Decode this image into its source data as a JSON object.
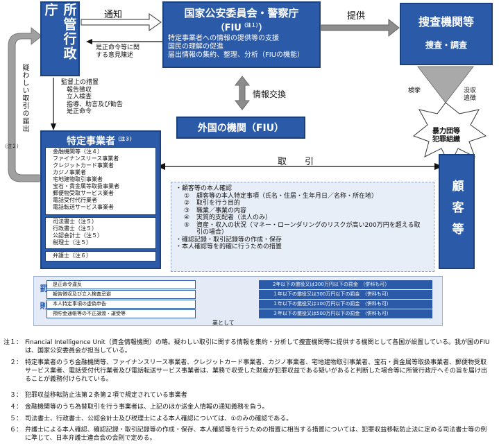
{
  "admin_box": {
    "label": "所管行政庁"
  },
  "fiu_box": {
    "title": "国家公安委員会・警察庁",
    "sub": "（FIU",
    "sub_note": "（注１）",
    "sub_end": "）",
    "lines": [
      "特定事業者への情報の提供等の支援",
      "国民の理解の促進",
      "届出情報の集約、整理、分析（FIUの機能）"
    ]
  },
  "investigation_box": {
    "title": "捜査機関等",
    "sub": "捜査・調査"
  },
  "foreign_fiu": {
    "label": "外国の機関（FIU）"
  },
  "arrows": {
    "notify": "通知",
    "provide": "提供",
    "info_exchange": "情報交換",
    "correction_opinion": [
      "是正命令等に関",
      "する意見陳述"
    ],
    "supervision": [
      "監督上の措置",
      "報告徴収",
      "立入検査",
      "指導、助言及び勧告",
      "是正命令"
    ],
    "suspicious_report": "疑わしい取引の届出",
    "suspicious_note": "（注２）",
    "transaction": "取　　引",
    "arrest": "検挙",
    "confiscation": [
      "没収",
      "追徴"
    ]
  },
  "crime_groups": [
    "暴力団等",
    "犯罪組織"
  ],
  "customers": {
    "label": "顧客等"
  },
  "business_box": {
    "title": "特定事業者",
    "title_note": "（注３）",
    "group1": [
      "金融機関等（注４）",
      "ファイナンスリース事業者",
      "クレジットカード事業者",
      "カジノ事業者",
      "宅地建物取引事業者",
      "宝石・貴金属等取扱事業者",
      "郵便物受取サービス業者",
      "電話受付代行業者",
      "電話転送サービス事業者"
    ],
    "group2": [
      "司法書士（注５）",
      "行政書士（注５）",
      "公認会計士（注５）",
      "税理士（注５）"
    ],
    "group3": [
      "弁護士（注６）"
    ]
  },
  "verification": {
    "header": "・顧客等の本人確認",
    "items": [
      {
        "num": "①",
        "text": "顧客等の本人特定事項（氏名・住居・生年月日／名称・所在地）"
      },
      {
        "num": "②",
        "text": "取引を行う目的"
      },
      {
        "num": "③",
        "text": "職業／事業の内容"
      },
      {
        "num": "④",
        "text": "実質的支配者（法人のみ）"
      },
      {
        "num": "⑤",
        "text": "資産・収入の状況（マネー・ローンダリングのリスクが高い200万円を超える取引の場合）"
      }
    ],
    "footer": [
      "・確認記録・取引記録等の作成・保存",
      "・本人確認等を的確に行うための措置"
    ]
  },
  "penalties": {
    "label": "罰則",
    "items": [
      {
        "offense": "是正命令違反",
        "result": "2年以下の懲役又は300万円以下の罰金　（併科も可）"
      },
      {
        "offense": "報告徴収及び立入検査忌避",
        "result": "１年以下の懲役又は300万円以下の罰金　（併科も可）"
      },
      {
        "offense": "本人特定事項の虚偽申告",
        "result": "１年以下の懲役又は100万円以下の罰金　（併科も可）"
      },
      {
        "offense": "預貯金通帳等の不正譲渡・譲受等",
        "result": "３年以下の懲役又は500万円以下の罰金　（併科も可）"
      }
    ],
    "business_label": "業として"
  },
  "notes": [
    {
      "num": "注１：",
      "text": "Financial Intelligence Unit（資金情報機関）の略。疑わしい取引に関する情報を集約・分析して捜査機関等に提供する機関として各国が設置している。我が国のFIUは、国家公安委員会が担当している。"
    },
    {
      "num": "２：",
      "text": "特定事業者のうち金融機関等、ファイナンスリース事業者、クレジットカード事業者、カジノ事業者、宅地建物取引事業者、宝石・貴金属等取扱事業者、郵便物受取サービス業者、電話受付代行業者及び電話転送サービス事業者は、業務で収受した財産が犯罪収益である疑いがあると判断した場合等に所管行政庁へその旨を届け出ることが義務付けられている。"
    },
    {
      "num": "３：",
      "text": "犯罪収益移転防止法第２条第２項で規定されている事業者"
    },
    {
      "num": "４：",
      "text": "金融機関等のうち為替取引を行う事業者は、上記のほか送金人情報の通知義務を負う。"
    },
    {
      "num": "５：",
      "text": "司法書士、行政書士、公認会計士及び税理士による本人確認については、①のみの確認である。"
    },
    {
      "num": "６：",
      "text": "弁護士による本人確認、確認記録・取引記録等の作成・保存、本人確認等を行うための措置に相当する措置については、犯罪収益移転防止法に定める司法書士等の例に準じて、日本弁護士連合会の会則で定める。"
    }
  ],
  "colors": {
    "box_blue": "#2a5aa8",
    "arrow_gray": "#8c8c8c",
    "panel_light": "#e8eef8"
  }
}
